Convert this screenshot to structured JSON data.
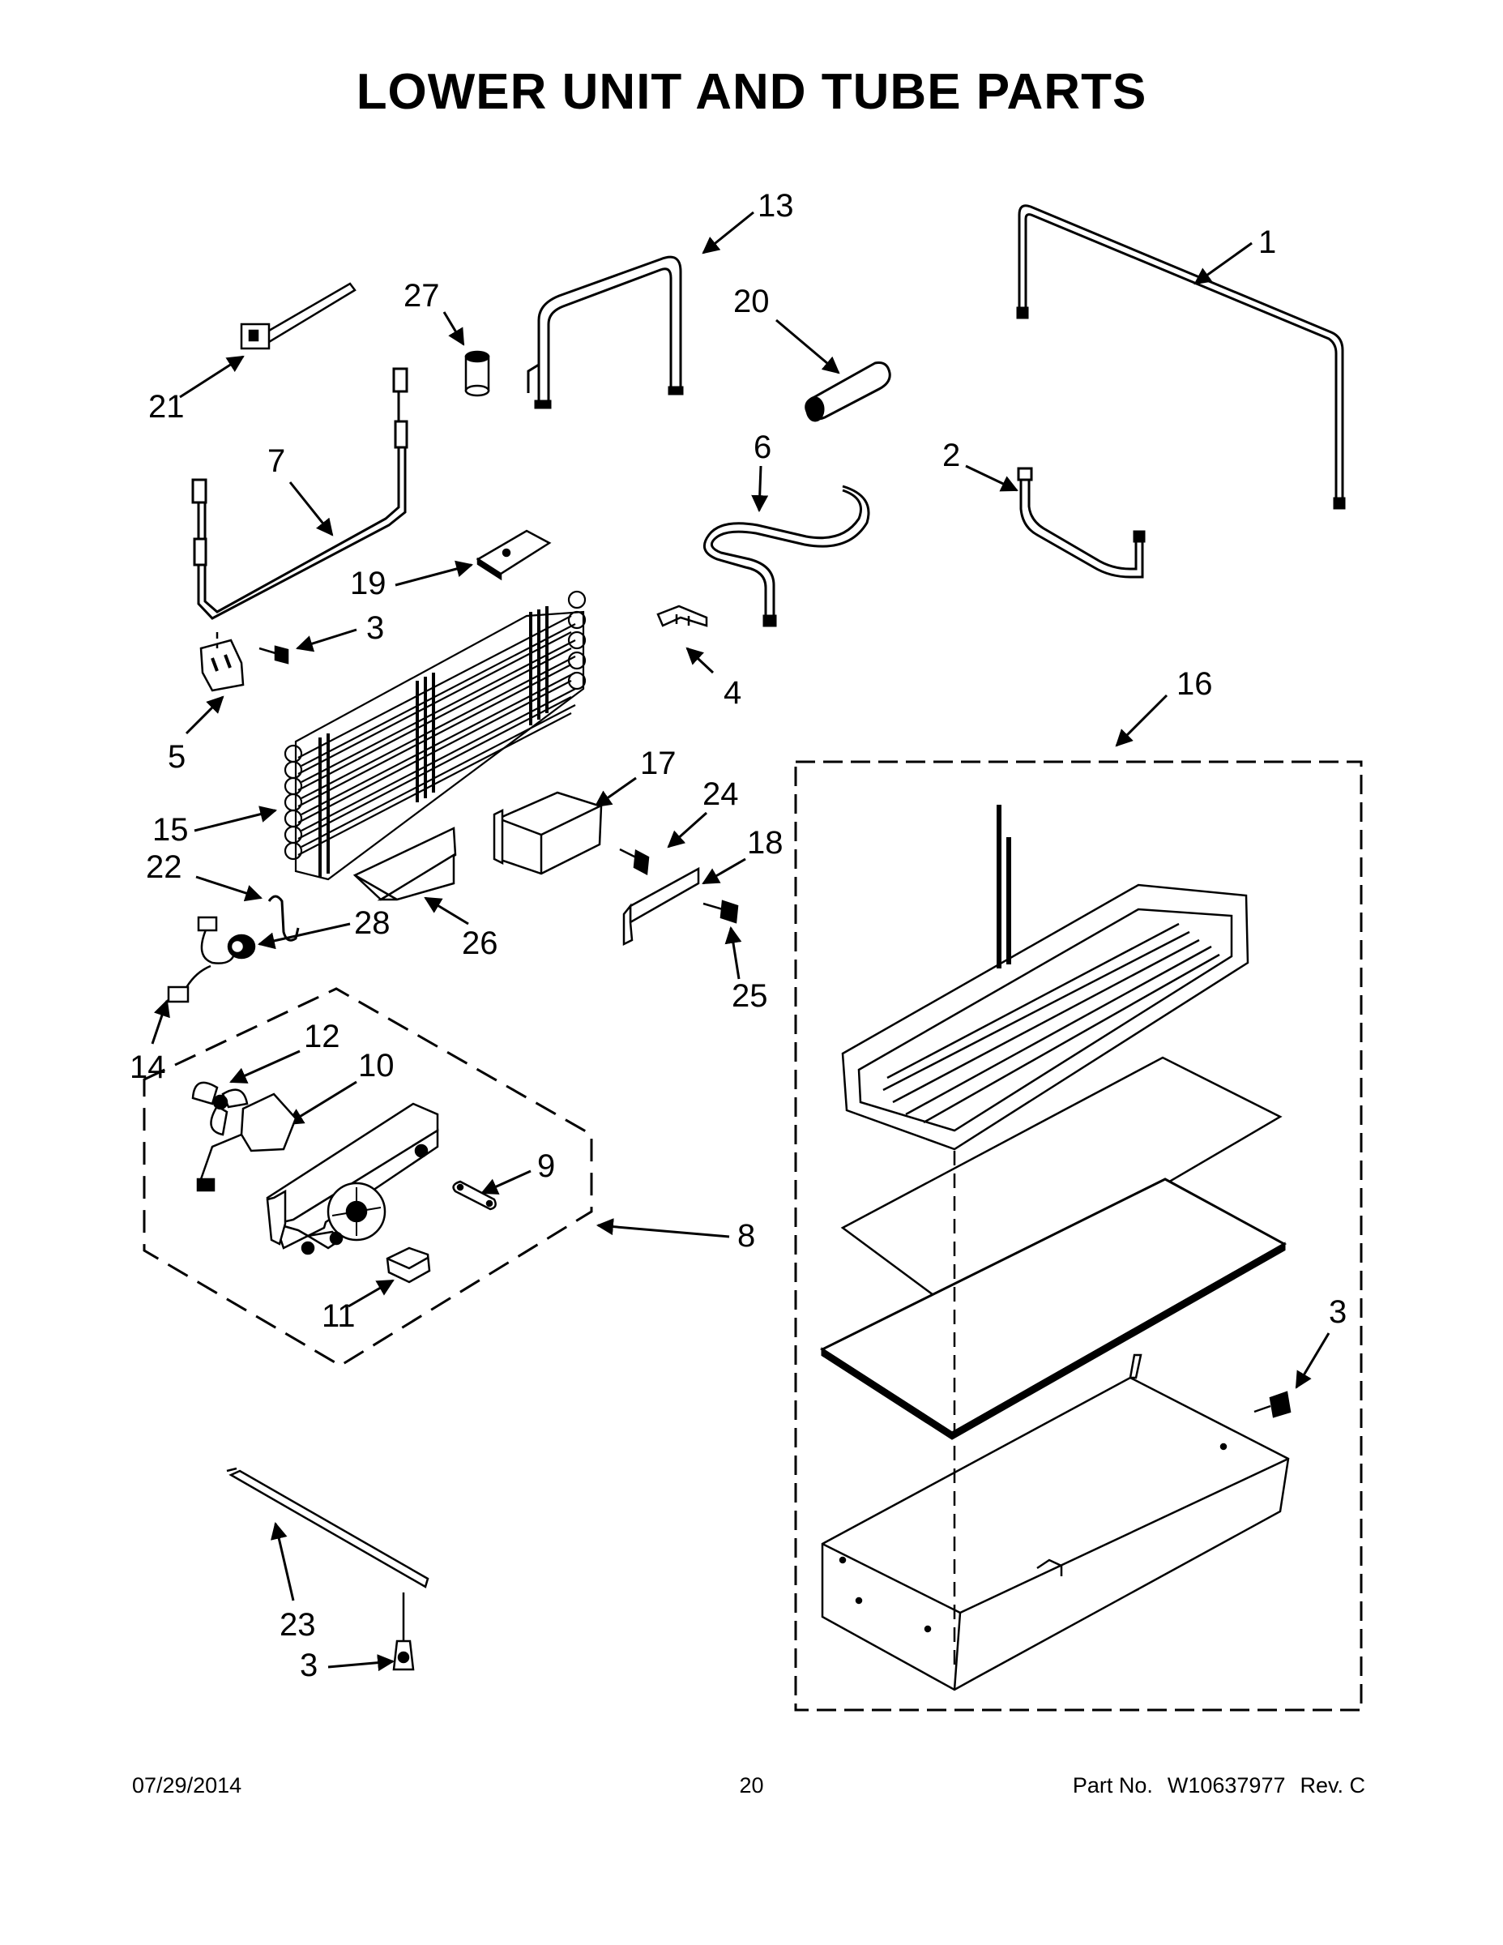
{
  "title": "LOWER UNIT AND TUBE PARTS",
  "callouts": {
    "c1": "1",
    "c2": "2",
    "c3a": "3",
    "c3b": "3",
    "c3c": "3",
    "c4": "4",
    "c5": "5",
    "c6": "6",
    "c7": "7",
    "c8": "8",
    "c9": "9",
    "c10": "10",
    "c11": "11",
    "c12": "12",
    "c13": "13",
    "c14": "14",
    "c15": "15",
    "c16": "16",
    "c17": "17",
    "c18": "18",
    "c19": "19",
    "c20": "20",
    "c21": "21",
    "c22": "22",
    "c23": "23",
    "c24": "24",
    "c25": "25",
    "c26": "26",
    "c27": "27",
    "c28": "28"
  },
  "footer": {
    "date": "07/29/2014",
    "page": "20",
    "part_label": "Part No.",
    "part_number": "W10637977",
    "revision": "Rev.  C"
  }
}
